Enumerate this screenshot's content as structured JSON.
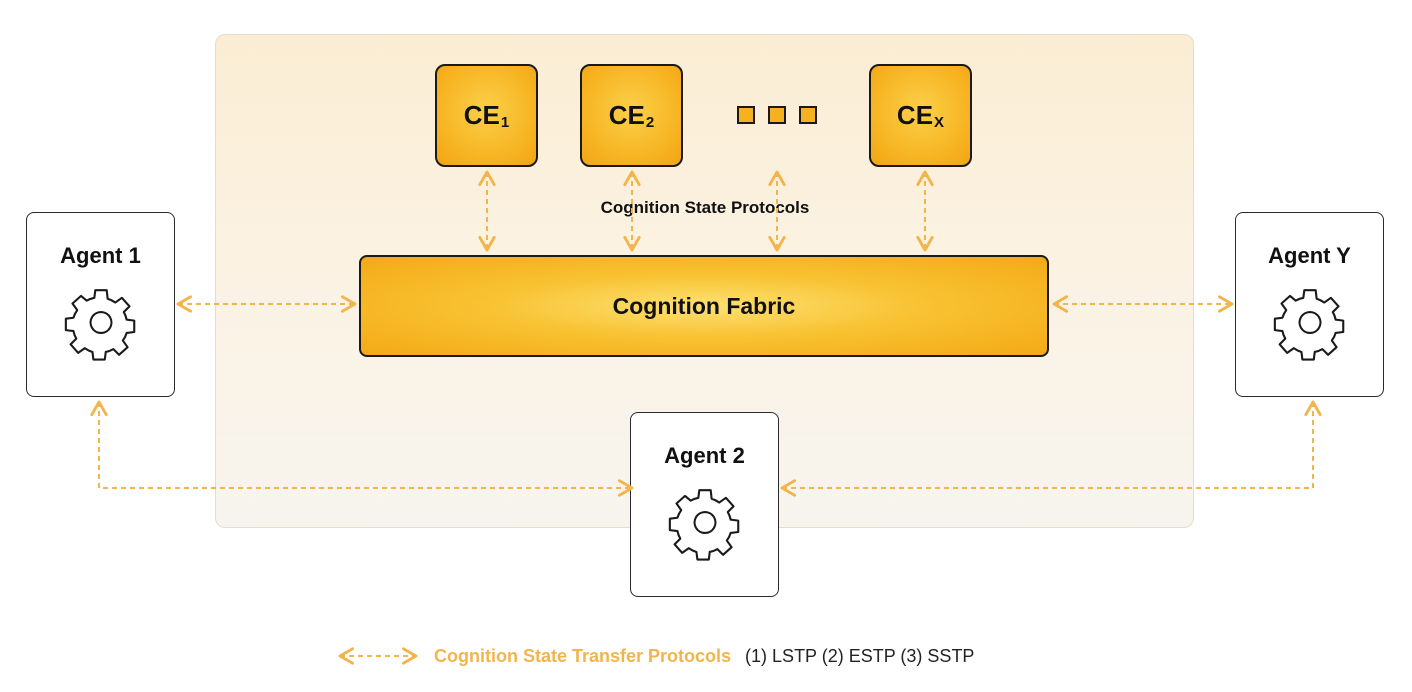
{
  "colors": {
    "accent": "#f6b21f",
    "arrow": "#f2b54c",
    "border": "#1a1a1a"
  },
  "engines": [
    {
      "label": "CE",
      "sub": "1"
    },
    {
      "label": "CE",
      "sub": "2"
    },
    {
      "label": "CE",
      "sub": "X"
    }
  ],
  "cognition_state_protocols": "Cognition State Protocols",
  "fabric": {
    "label": "Cognition Fabric"
  },
  "agents": {
    "agent1": {
      "label": "Agent 1",
      "icon": "gear-icon"
    },
    "agent2": {
      "label": "Agent 2",
      "icon": "gear-icon"
    },
    "agentY": {
      "label": "Agent Y",
      "icon": "gear-icon"
    }
  },
  "legend": {
    "label": "Cognition State Transfer Protocols",
    "protocols": "(1) LSTP (2) ESTP (3) SSTP",
    "icon": "dashed-double-arrow-icon"
  }
}
